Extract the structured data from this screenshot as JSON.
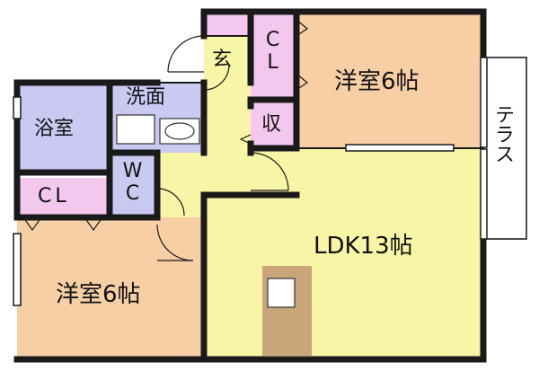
{
  "rooms": {
    "bedroom_north": {
      "label": "洋室6帖",
      "color": "#f7cfa5"
    },
    "bedroom_south": {
      "label": "洋室6帖",
      "color": "#f7cfa5"
    },
    "ldk": {
      "label": "LDK13帖",
      "color": "#f8f5a6"
    },
    "bath": {
      "label": "浴室",
      "color": "#c9c9f2"
    },
    "washroom": {
      "label": "洗面",
      "color": "#c9c9f2"
    },
    "wc": {
      "label": "WC",
      "color": "#c9c9f2"
    },
    "entrance": {
      "label": "玄",
      "color": "#f8f5a6"
    },
    "closet_north": {
      "label": "CL",
      "color": "#f3c7ee"
    },
    "closet_south": {
      "label": "CL",
      "color": "#f3c7ee"
    },
    "storage": {
      "label": "収",
      "color": "#f3c7ee"
    },
    "terrace": {
      "label": "テラス",
      "color": "#ffffff"
    },
    "kitchen_counter": {
      "color": "#c9a57a"
    }
  }
}
